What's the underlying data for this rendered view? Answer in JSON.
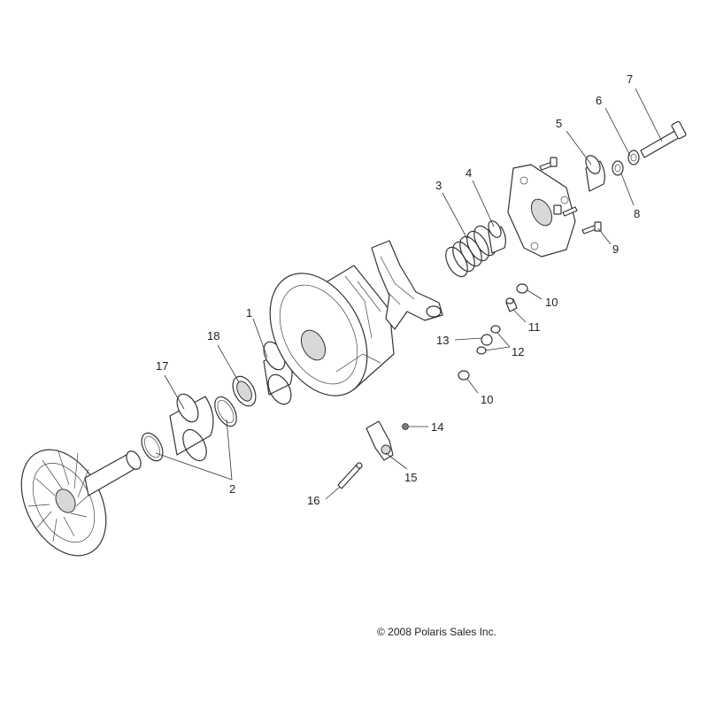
{
  "callouts": [
    "1",
    "2",
    "3",
    "4",
    "5",
    "6",
    "7",
    "8",
    "9",
    "10",
    "10",
    "11",
    "12",
    "13",
    "14",
    "15",
    "16",
    "17",
    "18",
    "2"
  ],
  "copyright": "© 2008 Polaris Sales Inc."
}
